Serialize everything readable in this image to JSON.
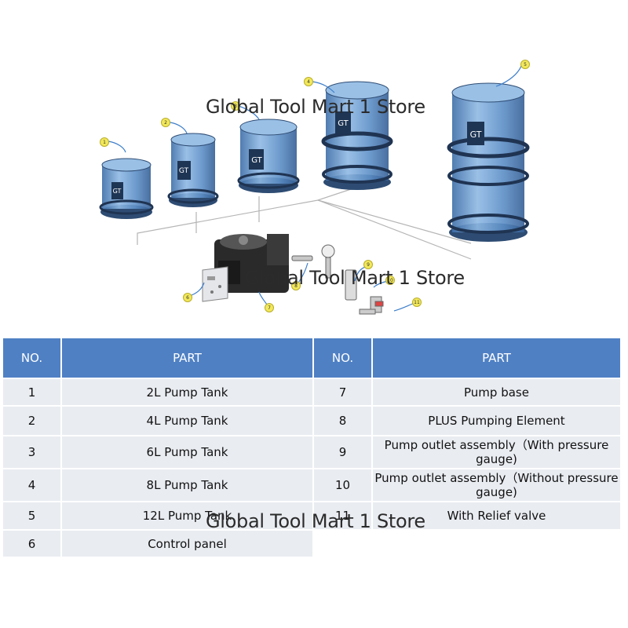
{
  "watermark": "Global Tool Mart 1 Store",
  "diagram": {
    "tank_logo": "GT",
    "callouts": [
      "1",
      "2",
      "3",
      "4",
      "5",
      "6",
      "7",
      "8",
      "9",
      "10",
      "11"
    ]
  },
  "table": {
    "headers": {
      "no": "NO.",
      "part": "PART",
      "no2": "NO.",
      "part2": "PART"
    },
    "rows": [
      {
        "no": "1",
        "part": "2L Pump Tank",
        "no2": "7",
        "part2": "Pump base"
      },
      {
        "no": "2",
        "part": "4L Pump Tank",
        "no2": "8",
        "part2": "PLUS Pumping Element"
      },
      {
        "no": "3",
        "part": "6L Pump Tank",
        "no2": "9",
        "part2": "Pump outlet assembly（With pressure gauge)"
      },
      {
        "no": "4",
        "part": "8L Pump Tank",
        "no2": "10",
        "part2": "Pump outlet assembly（Without pressure gauge)"
      },
      {
        "no": "5",
        "part": "12L Pump Tank",
        "no2": "11",
        "part2": "With Relief valve"
      },
      {
        "no": "6",
        "part": "Control panel",
        "no2": "",
        "part2": ""
      }
    ]
  },
  "colors": {
    "header_bg": "#4f80c4",
    "cell_bg": "#e9ecf1",
    "tank_blue": "#5b8fc6",
    "callout_yellow": "#f2e85a"
  }
}
